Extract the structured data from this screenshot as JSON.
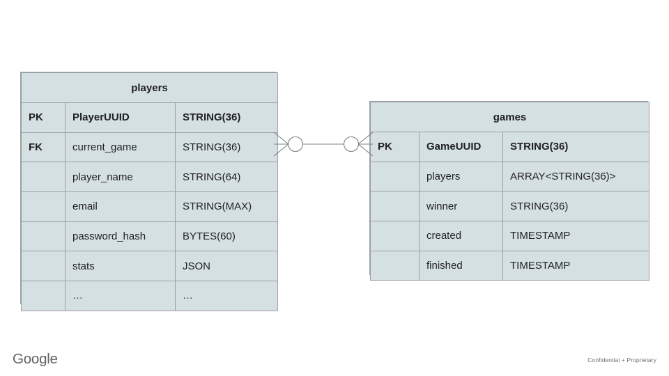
{
  "diagram": {
    "type": "entity-relationship-diagram",
    "notation": "crow's-foot",
    "background_color": "#ffffff",
    "entity_fill_color": "#d5e0e3",
    "entity_border_color": "#9aa0a6",
    "entities": [
      {
        "name": "players",
        "title": "players",
        "rows": [
          {
            "key": "PK",
            "field": "PlayerUUID",
            "type": "STRING(36)",
            "bold": true
          },
          {
            "key": "FK",
            "field": "current_game",
            "type": "STRING(36)",
            "bold": false
          },
          {
            "key": "",
            "field": "player_name",
            "type": "STRING(64)",
            "bold": false
          },
          {
            "key": "",
            "field": "email",
            "type": "STRING(MAX)",
            "bold": false
          },
          {
            "key": "",
            "field": "password_hash",
            "type": "BYTES(60)",
            "bold": false
          },
          {
            "key": "",
            "field": "stats",
            "type": "JSON",
            "bold": false
          },
          {
            "key": "",
            "field": "…",
            "type": "…",
            "bold": false
          }
        ]
      },
      {
        "name": "games",
        "title": "games",
        "rows": [
          {
            "key": "PK",
            "field": "GameUUID",
            "type": "STRING(36)",
            "bold": true
          },
          {
            "key": "",
            "field": "players",
            "type": "ARRAY<STRING(36)>",
            "bold": false
          },
          {
            "key": "",
            "field": "winner",
            "type": "STRING(36)",
            "bold": false
          },
          {
            "key": "",
            "field": "created",
            "type": "TIMESTAMP",
            "bold": false
          },
          {
            "key": "",
            "field": "finished",
            "type": "TIMESTAMP",
            "bold": false
          }
        ]
      }
    ],
    "relationship": {
      "from": "players",
      "to": "games",
      "left_cardinality": "zero-or-many",
      "right_cardinality": "zero-or-many",
      "line_color": "#7c8185"
    }
  },
  "footer": {
    "logo_text": "Google",
    "logo_color": "#5f6368",
    "confidential_text": "Confidential + Proprietary"
  }
}
